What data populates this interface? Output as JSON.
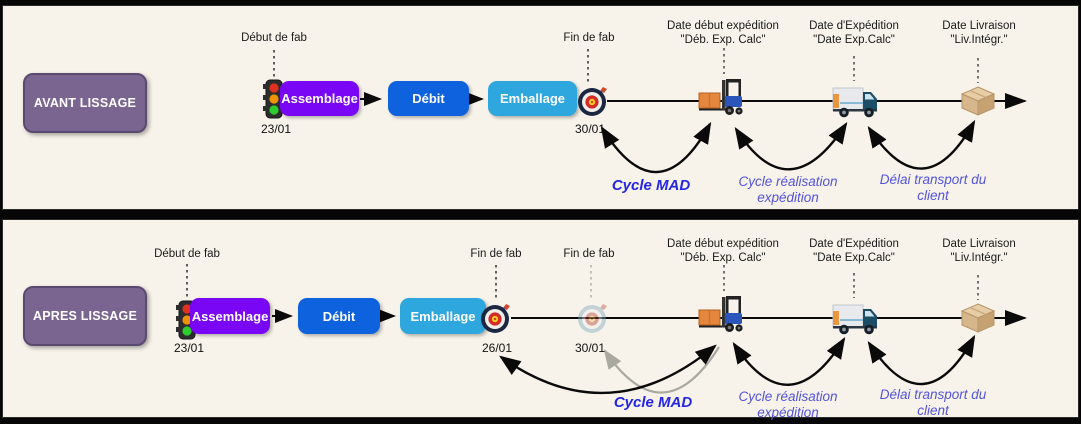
{
  "colors": {
    "panel_background": "#f7f3ea",
    "frame_border": "#060606",
    "phase_box": "#7a6590",
    "phase_box_border": "#5a4a72",
    "assemblage_box": "#7a06f6",
    "debit_box": "#0e62de",
    "emballage_box": "#2da7dd",
    "cycle_mad_text": "#2525e4",
    "cycle_label_text": "#5353dc",
    "arrow_black": "#0a0a0a",
    "arrow_faded": "#a9a9a0"
  },
  "icons": {
    "traffic_light": "traffic-light-icon",
    "target": "target-dartboard-icon",
    "target_faded": "target-dartboard-faded-icon",
    "forklift": "forklift-icon",
    "truck": "delivery-truck-icon",
    "package": "package-box-icon"
  },
  "avant": {
    "title": "AVANT LISSAGE",
    "debut_fab": {
      "label": "Début de fab",
      "date": "23/01"
    },
    "steps": {
      "assemblage": "Assemblage",
      "debit": "Débit",
      "emballage": "Emballage"
    },
    "fin_fab": {
      "label": "Fin de fab",
      "date": "30/01"
    },
    "milestones": {
      "exp_debut": {
        "line1": "Date début expédition",
        "line2": "\"Déb. Exp. Calc\""
      },
      "exp_date": {
        "line1": "Date d'Expédition",
        "line2": "\"Date Exp.Calc\""
      },
      "livraison": {
        "line1": "Date Livraison",
        "line2": "\"Liv.Intégr.\""
      }
    },
    "cycles": {
      "mad": "Cycle MAD",
      "realisation": "Cycle réalisation expédition",
      "transport": "Délai transport du client"
    }
  },
  "apres": {
    "title": "APRES LISSAGE",
    "debut_fab": {
      "label": "Début de fab",
      "date": "23/01"
    },
    "steps": {
      "assemblage": "Assemblage",
      "debit": "Débit",
      "emballage": "Emballage"
    },
    "fin_fab_new": {
      "label": "Fin de fab",
      "date": "26/01"
    },
    "fin_fab_old": {
      "label": "Fin de fab",
      "date": "30/01"
    },
    "milestones": {
      "exp_debut": {
        "line1": "Date début expédition",
        "line2": "\"Déb. Exp. Calc\""
      },
      "exp_date": {
        "line1": "Date d'Expédition",
        "line2": "\"Date Exp.Calc\""
      },
      "livraison": {
        "line1": "Date Livraison",
        "line2": "\"Liv.Intégr.\""
      }
    },
    "cycles": {
      "mad": "Cycle MAD",
      "realisation": "Cycle réalisation expédition",
      "transport": "Délai transport du client"
    }
  }
}
